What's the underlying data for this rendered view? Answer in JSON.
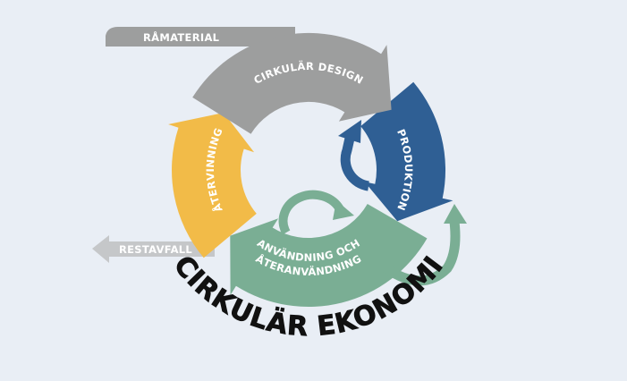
{
  "title": "CIRKULÄR EKONOMI",
  "inputs": {
    "raw_material": "RÅMATERIAL"
  },
  "outputs": {
    "residual_waste": "RESTAVFALL"
  },
  "stages": {
    "design": "CIRKULÄR DESIGN",
    "production": "PRODUKTION",
    "use_line1": "ANVÄNDNING OCH",
    "use_line2": "ÅTERANVÄNDNING",
    "recycling": "ÅTERVINNING"
  },
  "colors": {
    "design": "#9d9e9e",
    "production": "#2f5f94",
    "use": "#7aae94",
    "recycling": "#f2bb48",
    "waste": "#c5c7c9",
    "title": "#111111"
  }
}
